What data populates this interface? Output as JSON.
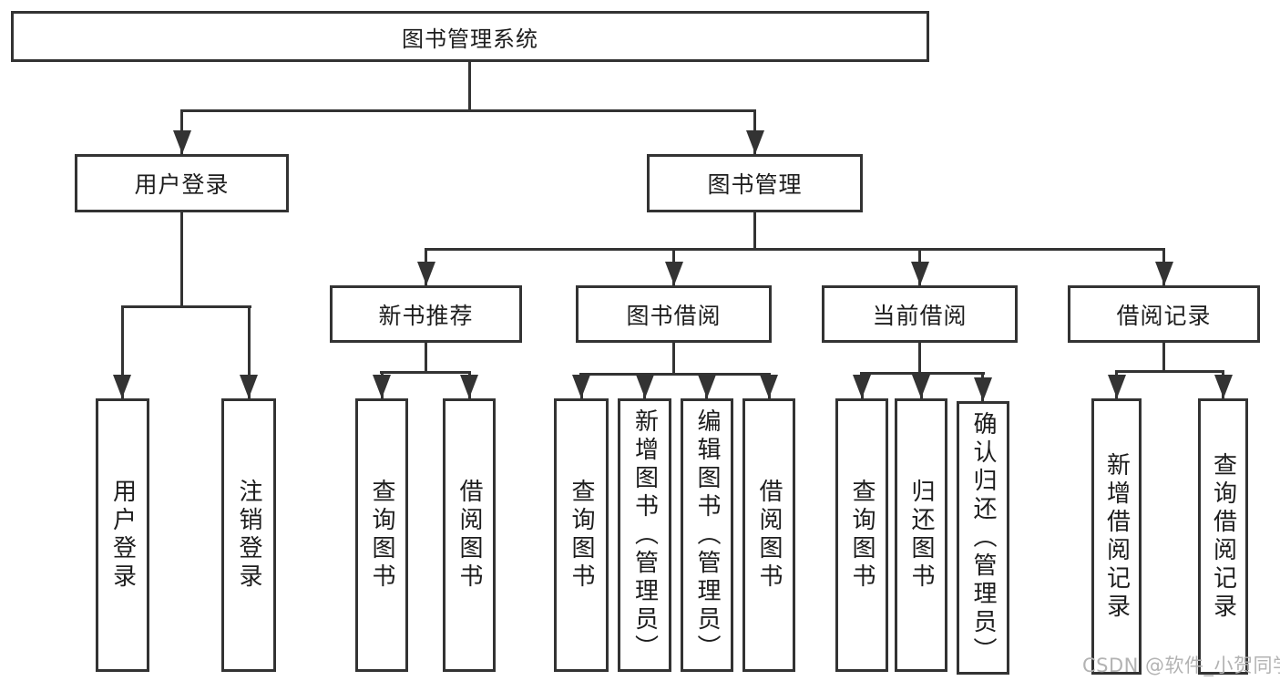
{
  "nodes": {
    "root": "图书管理系统",
    "user_login": "用户登录",
    "book_mgmt": "图书管理",
    "new_book_rec": "新书推荐",
    "book_borrow": "图书借阅",
    "current_borrow": "当前借阅",
    "borrow_records": "借阅记录",
    "leaf_user_login": "用户登录",
    "leaf_logout": "注销登录",
    "rec_query": "查询图书",
    "rec_borrow": "借阅图书",
    "bb_query": "查询图书",
    "bb_add": "新增图书（管理员）",
    "bb_edit": "编辑图书（管理员）",
    "bb_borrow": "借阅图书",
    "cb_query": "查询图书",
    "cb_return": "归还图书",
    "cb_confirm": "确认归还（管理员）",
    "br_add": "新增借阅记录",
    "br_query": "查询借阅记录"
  },
  "watermark": "CSDN @软件_小贺同学",
  "colors": {
    "line": "#333333",
    "text": "#1d1d1d",
    "watermark": "#b3b3b3",
    "background": "#ffffff"
  }
}
